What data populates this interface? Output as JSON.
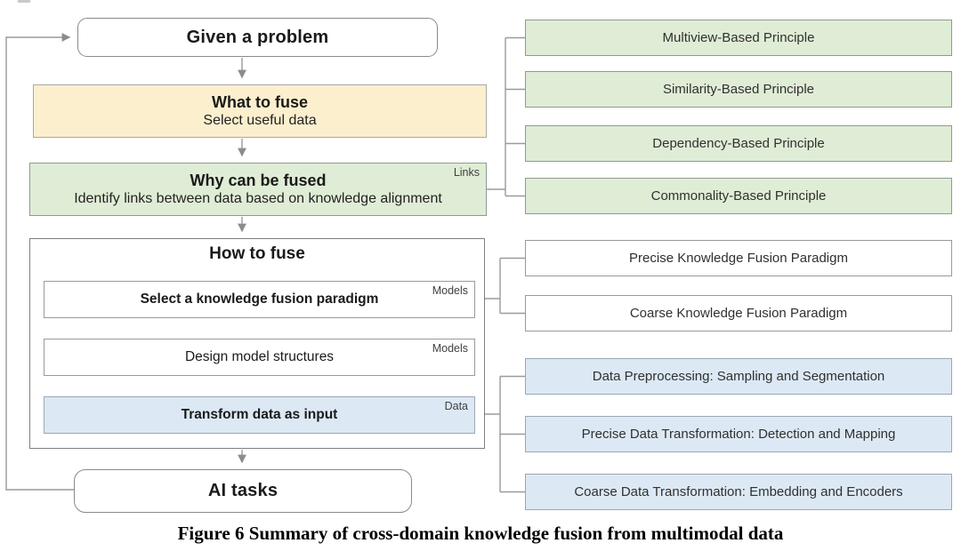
{
  "figure": {
    "caption": "Figure 6 Summary of cross-domain knowledge fusion from multimodal data"
  },
  "colors": {
    "yellow": "#FBEFCE",
    "green": "#E0EDD6",
    "blue": "#DCE9F5",
    "line": "#8C8C8C",
    "border": "#7F7F7F",
    "text": "#1A1A1A",
    "label": "#404040"
  },
  "flow": {
    "given_problem": {
      "label": "Given a problem"
    },
    "what_to_fuse": {
      "title": "What to fuse",
      "subtitle": "Select useful data"
    },
    "why_fused": {
      "title": "Why can be fused",
      "subtitle": "Identify links between data based on knowledge alignment",
      "tag": "Links"
    },
    "how_to_fuse": {
      "title": "How to fuse",
      "steps": [
        {
          "label": "Select a knowledge fusion paradigm",
          "tag": "Models"
        },
        {
          "label": "Design model structures",
          "tag": "Models"
        },
        {
          "label": "Transform data as input",
          "tag": "Data"
        }
      ]
    },
    "ai_tasks": {
      "label": "AI tasks"
    }
  },
  "right": {
    "principles": [
      "Multiview-Based Principle",
      "Similarity-Based Principle",
      "Dependency-Based Principle",
      "Commonality-Based Principle"
    ],
    "paradigms": [
      "Precise Knowledge Fusion Paradigm",
      "Coarse Knowledge Fusion Paradigm"
    ],
    "data_transforms": [
      "Data Preprocessing: Sampling and Segmentation",
      "Precise Data Transformation: Detection and Mapping",
      "Coarse Data Transformation: Embedding and Encoders"
    ]
  }
}
